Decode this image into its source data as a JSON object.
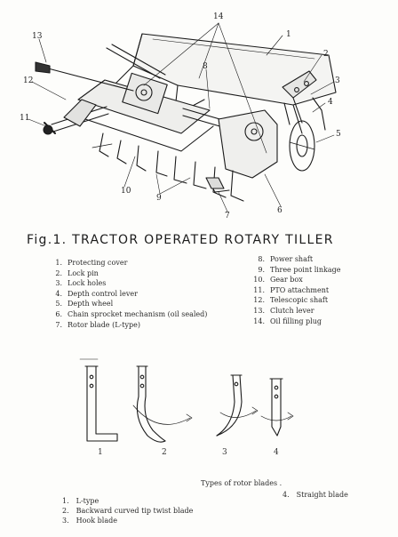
{
  "figure": {
    "title": "Fig.1. TRACTOR OPERATED ROTARY TILLER"
  },
  "callouts": [
    "1",
    "2",
    "3",
    "4",
    "5",
    "6",
    "7",
    "8",
    "9",
    "10",
    "11",
    "12",
    "13",
    "14"
  ],
  "parts_left": [
    {
      "num": "1.",
      "label": "Protecting cover"
    },
    {
      "num": "2.",
      "label": "Lock pin"
    },
    {
      "num": "3.",
      "label": "Lock holes"
    },
    {
      "num": "4.",
      "label": "Depth control lever"
    },
    {
      "num": "5.",
      "label": "Depth wheel"
    },
    {
      "num": "6.",
      "label": "Chain sprocket mechanism (oil sealed)"
    },
    {
      "num": "7.",
      "label": "Rotor blade (L-type)"
    }
  ],
  "parts_right": [
    {
      "num": "8.",
      "label": "Power shaft"
    },
    {
      "num": "9.",
      "label": "Three point linkage"
    },
    {
      "num": "10.",
      "label": "Gear box"
    },
    {
      "num": "11.",
      "label": "PTO attachment"
    },
    {
      "num": "12.",
      "label": "Telescopic shaft"
    },
    {
      "num": "13.",
      "label": "Clutch lever"
    },
    {
      "num": "14.",
      "label": "Oil filling plug"
    }
  ],
  "blades": {
    "numbers": [
      "1",
      "2",
      "3",
      "4"
    ],
    "caption": "Types of rotor blades .",
    "types_left": [
      {
        "num": "1.",
        "label": "L-type"
      },
      {
        "num": "2.",
        "label": "Backward curved tip twist blade"
      },
      {
        "num": "3.",
        "label": "Hook blade"
      }
    ],
    "types_right": [
      {
        "num": "4.",
        "label": "Straight blade"
      }
    ]
  },
  "colors": {
    "ink": "#1a1a1a",
    "paper": "#fdfdfb"
  }
}
